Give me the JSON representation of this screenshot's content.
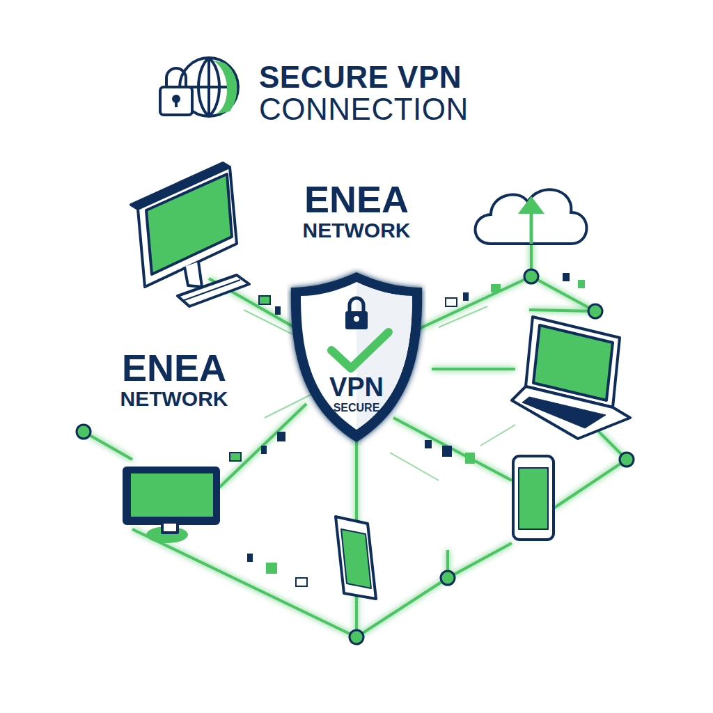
{
  "diagram": {
    "title": "SECURE VPN CONNECTION",
    "nodes": [
      {
        "text": [
          "VPN",
          "SECURE"
        ]
      }
    ],
    "labels": [
      "ENEA NETWORK",
      "ENEA NETWORK"
    ]
  }
}
